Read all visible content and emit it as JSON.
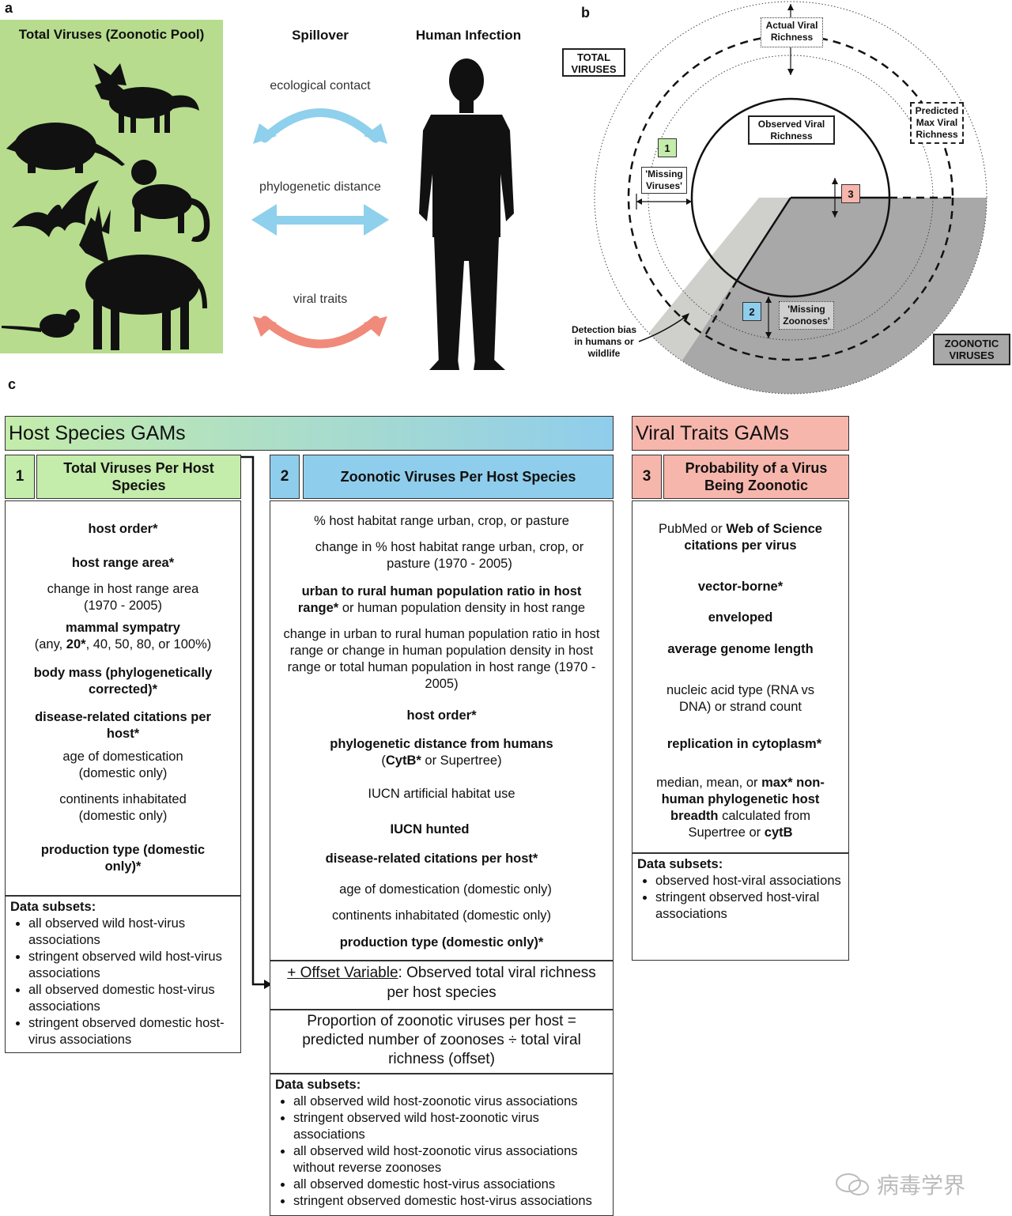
{
  "panel_a": {
    "letter": "a",
    "pool_title": "Total Viruses (Zoonotic Pool)",
    "spillover_title": "Spillover",
    "human_title": "Human Infection",
    "arrows": [
      "ecological contact",
      "phylogenetic distance",
      "viral traits"
    ],
    "colors": {
      "pool_bg": "#b7dc8e",
      "blue_arrow": "#8fd0ec",
      "red_arrow": "#f08a7a"
    }
  },
  "panel_b": {
    "letter": "b",
    "total_viruses": "TOTAL VIRUSES",
    "actual_viral_richness": "Actual Viral Richness",
    "predicted_max": "Predicted Max Viral Richness",
    "observed_viral": "Observed Viral Richness",
    "missing_viruses": "'Missing Viruses'",
    "missing_zoonoses": "'Missing Zoonoses'",
    "detection_bias": "Detection bias in humans or wildlife",
    "zoonotic_viruses": "ZOONOTIC VIRUSES",
    "numbers": [
      "1",
      "2",
      "3"
    ]
  },
  "panel_c": {
    "letter": "c",
    "host_header": "Host Species GAMs",
    "viral_header": "Viral Traits GAMs",
    "col1": {
      "num": "1",
      "title": "Total Viruses Per Host Species",
      "vars": [
        "host order*",
        "host range area*",
        "change in host range area (1970 - 2005)",
        "mammal sympatry",
        "(any, ",
        "20*",
        ", 40, 50, 80, or 100%)",
        "body mass (phylogenetically corrected)*",
        "disease-related citations per host*",
        "age of domestication (domestic only)",
        "continents inhabitated (domestic only)",
        "production type (domestic only)*"
      ],
      "subsets_title": "Data subsets:",
      "subsets": [
        "all observed wild host-virus associations",
        "stringent observed wild host-virus associations",
        "all observed domestic host-virus associations",
        "stringent observed domestic host-virus associations"
      ]
    },
    "col2": {
      "num": "2",
      "title": "Zoonotic Viruses Per Host Species",
      "vars": [
        "% host habitat range urban, crop, or pasture",
        "change in % host habitat range urban, crop, or pasture (1970 - 2005)",
        "urban to rural human population ratio in host range*",
        " or human population density in host range",
        "change in urban to rural human population ratio in host range or change in human population density in host range or total human population in host range (1970 - 2005)",
        "host order*",
        "phylogenetic distance from humans",
        "(",
        "CytB*",
        " or Supertree)",
        "IUCN artificial habitat use",
        "IUCN hunted",
        "disease-related citations per host*",
        "age of domestication (domestic only)",
        "continents inhabitated (domestic only)",
        "production type (domestic only)*"
      ],
      "offset_label": "+ Offset Variable",
      "offset_text": ": Observed total viral richness per host species",
      "proportion": "Proportion of zoonotic viruses per host = predicted number of zoonoses ÷  total viral richness (offset)",
      "subsets_title": "Data subsets:",
      "subsets": [
        "all observed wild host-zoonotic virus associations",
        "stringent observed wild host-zoonotic virus associations",
        "all observed wild host-zoonotic virus associations without reverse zoonoses",
        "all observed domestic host-virus associations",
        "stringent observed domestic host-virus associations"
      ]
    },
    "col3": {
      "num": "3",
      "title": "Probability of a Virus Being Zoonotic",
      "vars": [
        "PubMed or ",
        "Web of Science citations per virus",
        "vector-borne*",
        "enveloped",
        "average genome length",
        "nucleic acid type (RNA vs DNA) or strand count",
        "replication in cytoplasm*",
        "median, mean, or ",
        "max*",
        "non-human phylogenetic host breadth",
        " calculated from Supertree or ",
        "cytB"
      ],
      "subsets_title": "Data subsets:",
      "subsets": [
        "observed host-viral associations",
        "stringent observed host-viral associations"
      ]
    },
    "colors": {
      "green": "#c4ecaa",
      "blue": "#8fcdec",
      "pink": "#f7b6ac"
    }
  },
  "watermark": "病毒学界"
}
